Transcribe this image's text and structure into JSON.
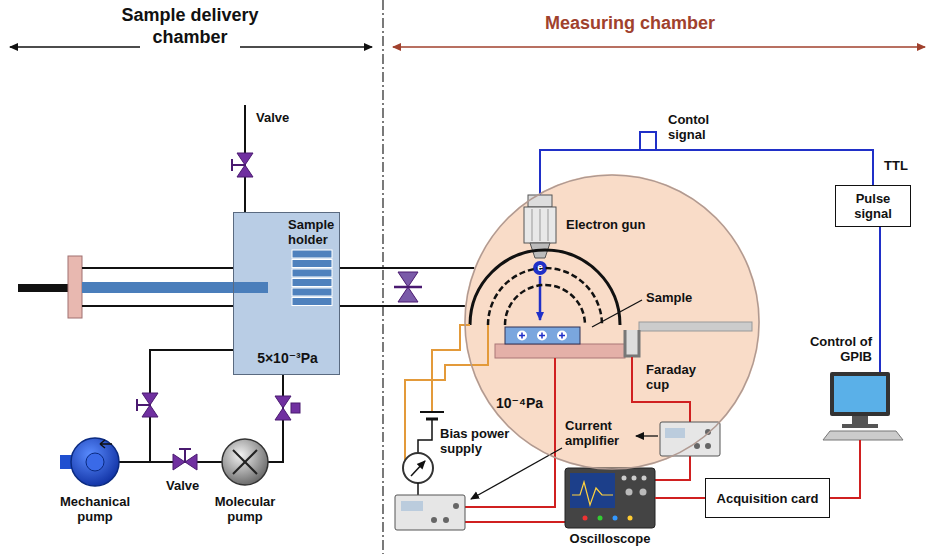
{
  "diagram": {
    "nodes": [
      {
        "text": [
          "Sample holder",
          "5×10⁻³Pa"
        ]
      },
      {
        "text": [
          "10⁻⁴Pa"
        ]
      },
      {
        "text": [
          "Electron gun"
        ]
      },
      {
        "text": [
          "Pulse signal"
        ]
      },
      {
        "text": [
          "Control of GPIB"
        ]
      },
      {
        "text": [
          "Acquisition card"
        ]
      },
      {
        "text": [
          "Oscilloscope"
        ]
      }
    ],
    "edges": [
      {
        "from": 0,
        "to": 1,
        "arrow": "none"
      },
      {
        "from": 3,
        "to": 2,
        "arrow": "none"
      },
      {
        "from": 4,
        "to": 3,
        "arrow": "none"
      },
      {
        "from": 6,
        "to": 5,
        "arrow": "none"
      },
      {
        "from": 5,
        "to": 4,
        "arrow": "none"
      }
    ],
    "labels": [
      "Sample delivery chamber",
      "Measuring chamber",
      "Valve",
      "Valve",
      "Mechanical pump",
      "Molecular pump",
      "Contol signal",
      "TTL",
      "Sample",
      "Faraday cup",
      "Bias power supply",
      "Current amplifier",
      "e"
    ]
  }
}
